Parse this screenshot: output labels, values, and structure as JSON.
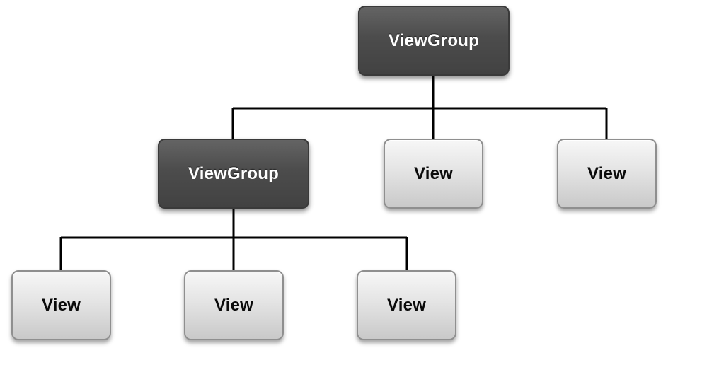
{
  "diagram": {
    "name": "android-view-hierarchy",
    "background_color": "#ffffff",
    "connector_color": "#000000",
    "colors": {
      "group_fill_top": "#646464",
      "group_fill_bottom": "#424242",
      "group_border": "#3a3a3a",
      "group_text": "#ffffff",
      "view_fill_top": "#f7f7f7",
      "view_fill_bottom": "#c9c9c9",
      "view_border": "#8f8f8f",
      "view_text": "#0b0b0b"
    },
    "nodes": {
      "root": {
        "label": "ViewGroup",
        "type": "group"
      },
      "child_group": {
        "label": "ViewGroup",
        "type": "group"
      },
      "child_view_center": {
        "label": "View",
        "type": "view"
      },
      "child_view_right": {
        "label": "View",
        "type": "view"
      },
      "leaf_view_left": {
        "label": "View",
        "type": "view"
      },
      "leaf_view_center": {
        "label": "View",
        "type": "view"
      },
      "leaf_view_right": {
        "label": "View",
        "type": "view"
      }
    },
    "edges": [
      {
        "from": "root",
        "to": "child_group"
      },
      {
        "from": "root",
        "to": "child_view_center"
      },
      {
        "from": "root",
        "to": "child_view_right"
      },
      {
        "from": "child_group",
        "to": "leaf_view_left"
      },
      {
        "from": "child_group",
        "to": "leaf_view_center"
      },
      {
        "from": "child_group",
        "to": "leaf_view_right"
      }
    ]
  }
}
